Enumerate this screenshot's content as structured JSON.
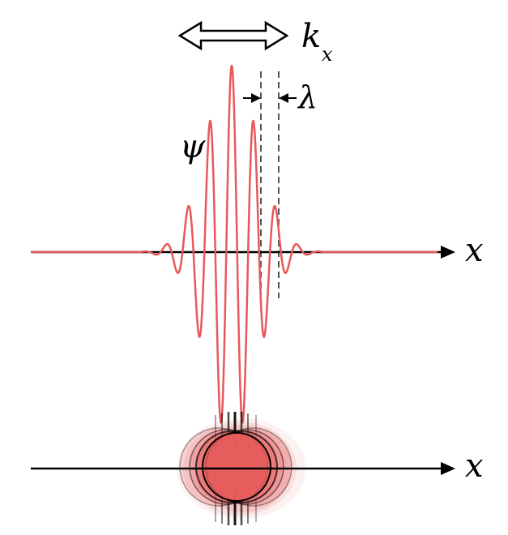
{
  "labels": {
    "k": "k",
    "k_sub": "x",
    "lambda": "λ",
    "psi": "ψ",
    "x_upper": "x",
    "x_lower": "x"
  },
  "colors": {
    "wave": "#e8585a",
    "blob_fill": "#e85c5c",
    "axis": "#000000",
    "dashed": "#555555"
  },
  "icons": [
    "double-arrow-icon",
    "arrow-right-icon",
    "arrow-left-icon"
  ]
}
